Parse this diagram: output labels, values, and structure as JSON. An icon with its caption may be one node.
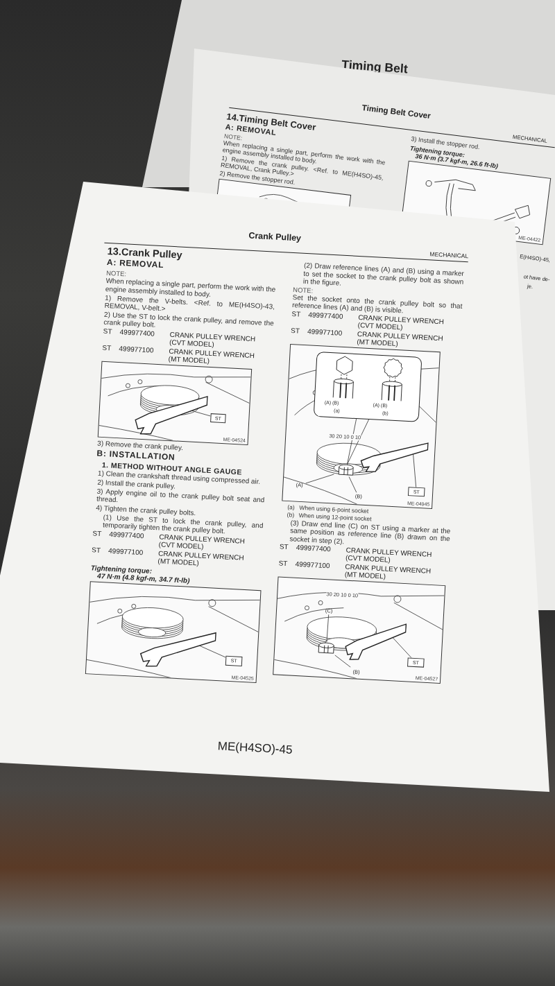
{
  "diagram": {
    "nodes": [
      {
        "text": [
          "ME-04524"
        ]
      },
      {
        "text": [
          "ST"
        ],
        "in": 0
      },
      {
        "text": [],
        "shape": "picture",
        "in": 0
      },
      {
        "text": [
          "ME-04945"
        ]
      },
      {
        "text": [
          "(A) (B)",
          "(a)",
          "(A) (B)",
          "(b)"
        ],
        "in": 3
      },
      {
        "text": [
          "(A)"
        ],
        "in": 3
      },
      {
        "text": [
          "(B)"
        ],
        "in": 3
      },
      {
        "text": [],
        "shape": "picture",
        "in": 3
      },
      {
        "text": [
          "ST"
        ],
        "in": 3
      },
      {
        "text": [],
        "shape": "picture",
        "in": 3
      },
      {
        "text": [
          "ME-04525"
        ]
      },
      {
        "text": [
          "ST"
        ],
        "in": 10
      },
      {
        "text": [],
        "shape": "picture",
        "in": 10
      },
      {
        "text": [
          "ME-04527"
        ]
      },
      {
        "text": [
          "(C)"
        ],
        "in": 13
      },
      {
        "text": [
          "(B)"
        ],
        "in": 13
      },
      {
        "text": [],
        "shape": "picture",
        "in": 13
      },
      {
        "text": [
          "ST"
        ],
        "in": 13
      },
      {
        "text": [],
        "shape": "picture",
        "in": 13
      },
      {
        "text": [],
        "shape": "picture"
      },
      {
        "text": [
          "ME-04422"
        ]
      }
    ],
    "edges": [
      {
        "from": 1,
        "to": 2,
        "arrow": "none"
      },
      {
        "from": 4,
        "to": 7,
        "arrow": "none"
      },
      {
        "from": 5,
        "to": 7,
        "arrow": "none"
      },
      {
        "from": 6,
        "to": 7,
        "arrow": "none"
      },
      {
        "from": 8,
        "to": 9,
        "arrow": "none"
      },
      {
        "from": 11,
        "to": 12,
        "arrow": "none"
      },
      {
        "from": 14,
        "to": 16,
        "arrow": "none"
      },
      {
        "from": 15,
        "to": 16,
        "arrow": "none"
      },
      {
        "from": 17,
        "to": 18,
        "arrow": "none"
      }
    ],
    "labels": [
      "Timing Belt",
      "Timing Belt Cover",
      "14.Timing Belt Cover",
      "A: REMOVAL",
      "NOTE:",
      "When replacing a single part, perform the work with the engine assembly installed to body.",
      "1) Remove the crank pulley. <Ref. to ME(H4SO)-45, REMOVAL, Crank Pulley.>",
      "2) Remove the stopper rod.",
      "MECHANICAL",
      "3) Install the stopper rod.",
      "Tightening torque:",
      "36 N·m (3.7 kgf-m, 26.6 ft-lb)",
      "E(H4SO)-45,",
      "ot have de-",
      "je.",
      "Crank Pulley",
      "MECHANICAL",
      "13.Crank Pulley",
      "A: REMOVAL",
      "NOTE:",
      "When replacing a single part, perform the work with the engine assembly installed to body.",
      "1) Remove the V-belts. <Ref. to ME(H4SO)-43, REMOVAL, V-belt.>",
      "2) Use the ST to lock the crank pulley, and remove the crank pulley bolt.",
      "ST",
      "499977400",
      "CRANK PULLEY WRENCH (CVT MODEL)",
      "ST",
      "499977100",
      "CRANK PULLEY WRENCH (MT MODEL)",
      "3) Remove the crank pulley.",
      "B: INSTALLATION",
      "1. METHOD WITHOUT ANGLE GAUGE",
      "1) Clean the crankshaft thread using compressed air.",
      "2) Install the crank pulley.",
      "3) Apply engine oil to the crank pulley bolt seat and thread.",
      "4) Tighten the crank pulley bolts.",
      "(1) Use the ST to lock the crank pulley, and temporarily tighten the crank pulley bolt.",
      "ST",
      "499977400",
      "CRANK PULLEY WRENCH (CVT MODEL)",
      "ST",
      "499977100",
      "CRANK PULLEY WRENCH (MT MODEL)",
      "Tightening torque:",
      "47 N·m (4.8 kgf-m, 34.7 ft-lb)",
      "(2) Draw reference lines (A) and (B) using a marker to set the socket to the crank pulley bolt as shown in the figure.",
      "NOTE:",
      "Set the socket onto the crank pulley bolt so that reference lines (A) and (B) is visible.",
      "ST",
      "499977400",
      "CRANK PULLEY WRENCH (CVT MODEL)",
      "ST",
      "499977100",
      "CRANK PULLEY WRENCH (MT MODEL)",
      "30 20 10 0 10",
      "(a)",
      "When using 6-point socket",
      "(b)",
      "When using 12-point socket",
      "(3) Draw end line (C) on ST using a marker at the same position as reference line (B) drawn on the socket in step (2).",
      "ST",
      "499977400",
      "CRANK PULLEY WRENCH (CVT MODEL)",
      "ST",
      "499977100",
      "CRANK PULLEY WRENCH (MT MODEL)",
      "30 20 10 0 10",
      "ME(H4SO)-45"
    ]
  }
}
